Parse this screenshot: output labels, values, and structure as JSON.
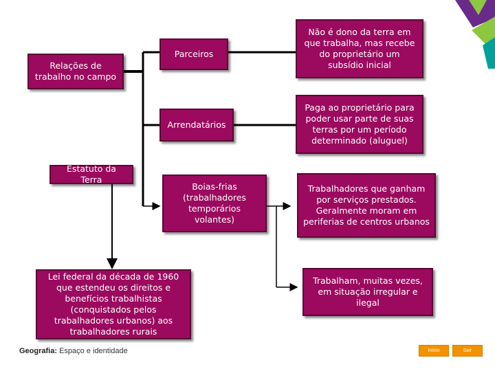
{
  "diagram": {
    "relacoes": "Relações de trabalho no campo",
    "estatuto": "Estatuto da Terra",
    "lei": "Lei federal da década de 1960 que estendeu os direitos e benefícios trabalhistas (conquistados pelos trabalhadores urbanos) aos trabalhadores rurais",
    "parceiros": "Parceiros",
    "arrendatarios": "Arrendatários",
    "boias": "Boias-frias (trabalhadores temporários volantes)",
    "desc_parceiros": "Não é dono da terra em que trabalha, mas recebe do proprietário um subsídio inicial",
    "desc_arrendatarios": "Paga ao proprietário para poder usar parte de suas terras por um período determinado (aluguel)",
    "desc_boias": "Trabalhadores que ganham por serviços prestados. Geralmente moram em periferias de centros urbanos",
    "desc_irregular": "Trabalham, muitas vezes, em situação irregular e ilegal"
  },
  "footer": {
    "subject": "Geografia:",
    "title": "Espaço e identidade",
    "inicio": "Início",
    "sair": "Sair"
  },
  "colors": {
    "box": "#9b0a5f",
    "accent_orange": "#f39200",
    "corner_purple": "#6a2a8a",
    "corner_green": "#8dc63f",
    "corner_teal": "#00a19a"
  }
}
